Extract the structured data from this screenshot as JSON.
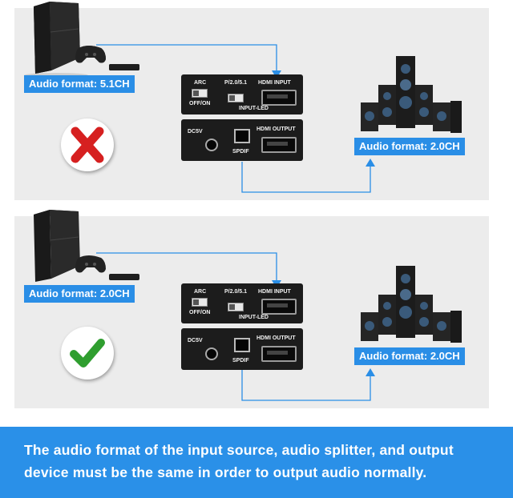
{
  "top_scenario": {
    "source_label": "Audio format: 5.1CH",
    "output_label": "Audio format: 2.0CH",
    "result_icon": "red-x-icon"
  },
  "bottom_scenario": {
    "source_label": "Audio format: 2.0CH",
    "output_label": "Audio format: 2.0CH",
    "result_icon": "green-check-icon"
  },
  "device": {
    "arc": "ARC",
    "off_on": "OFF/ON",
    "p_mode": "P/2.0/5.1",
    "hdmi_input": "HDMI INPUT",
    "input_led": "INPUT-LED",
    "dc5v": "DC5V",
    "hdmi_output": "HDMI OUTPUT",
    "spdif": "SPDIF"
  },
  "footer": {
    "line1": "The audio format of the input source, audio splitter, and output",
    "line2": "device must be the same in order to output audio normally."
  },
  "colors": {
    "accent": "#2a8ee6",
    "panel": "#ececec",
    "wrong": "#d62020",
    "right": "#2f9e2f"
  }
}
